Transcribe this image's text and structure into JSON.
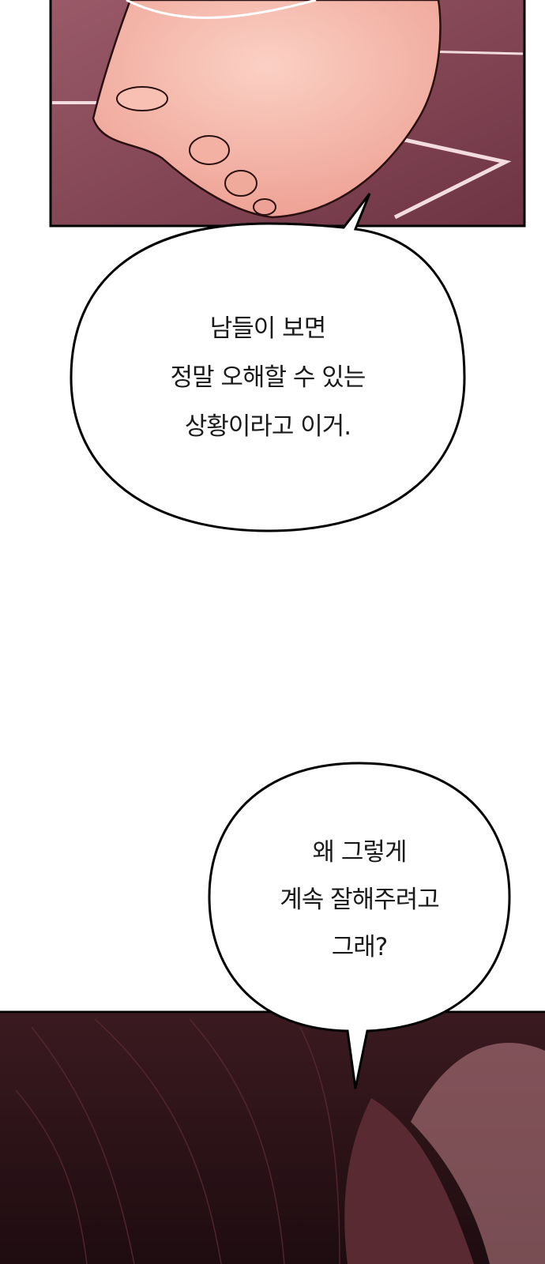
{
  "bubble_1": {
    "lines": [
      "남들이 보면",
      "정말 오해할 수 있는",
      "상황이라고 이거."
    ]
  },
  "bubble_2": {
    "lines": [
      "왜 그렇게",
      "계속 잘해주려고",
      "그래?"
    ]
  },
  "colors": {
    "panel_top_bg": "#8a4a5a",
    "skin": "#f4b3a8",
    "hair": "#2a1216",
    "outline": "#000000"
  }
}
